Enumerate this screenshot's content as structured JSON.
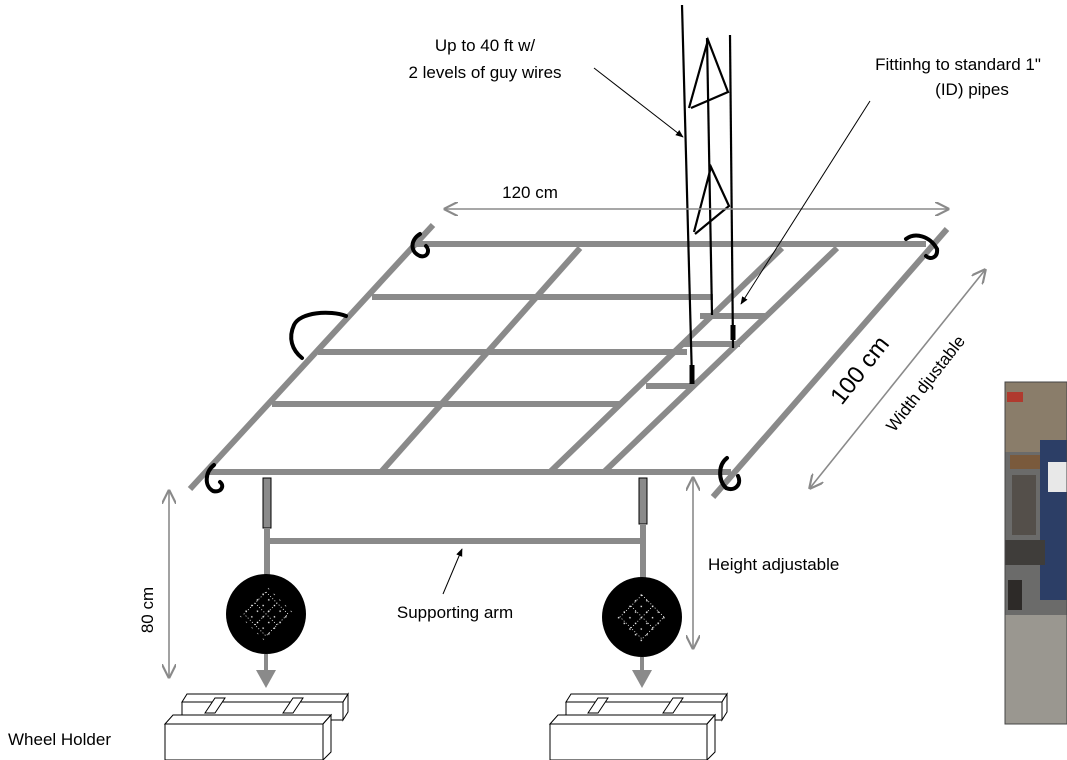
{
  "labels": {
    "mast_note_line1": "Up to 40 ft w/",
    "mast_note_line2": "2 levels of guy wires",
    "fitting_note_line1": "Fittinhg to standard 1\"",
    "fitting_note_line2": "(ID) pipes",
    "length_dim": "120 cm",
    "width_dim": "100 cm",
    "width_note": "Width djustable",
    "height_note": "Height adjustable",
    "height_dim": "80 cm",
    "support_arm": "Supporting arm",
    "wheel_holder": "Wheel Holder"
  },
  "icons": {
    "wheel_left": "wheel-icon",
    "wheel_right": "wheel-icon",
    "photo": "workshop-photo"
  },
  "colors": {
    "pipe": "#8a8a8a",
    "mast": "#000000",
    "wheel": "#000000"
  }
}
